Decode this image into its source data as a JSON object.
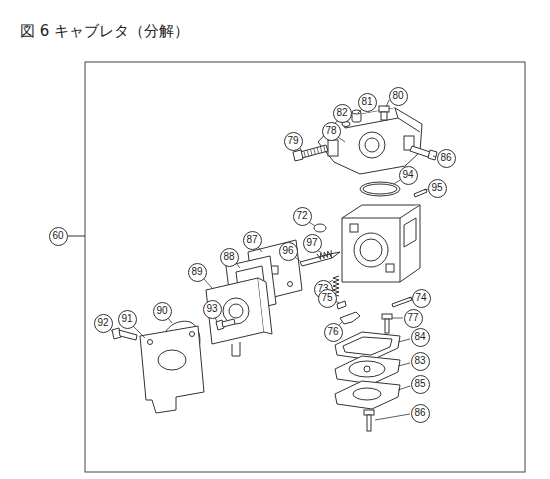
{
  "diagram": {
    "title": "図 6 キャブレタ（分解）",
    "nodes": [
      {
        "text": [
          "80"
        ]
      },
      {
        "text": [
          "81"
        ]
      },
      {
        "text": [
          "82"
        ]
      },
      {
        "text": [
          "78"
        ]
      },
      {
        "text": [
          "79"
        ]
      },
      {
        "text": [
          "86"
        ]
      },
      {
        "text": [
          "94"
        ]
      },
      {
        "text": [
          "95"
        ]
      },
      {
        "text": [
          "72"
        ]
      },
      {
        "text": [
          "60"
        ]
      },
      {
        "text": [
          "87"
        ]
      },
      {
        "text": [
          "97"
        ]
      },
      {
        "text": [
          "96"
        ]
      },
      {
        "text": [
          "88"
        ]
      },
      {
        "text": [
          "73"
        ]
      },
      {
        "text": [
          "89"
        ]
      },
      {
        "text": [
          "74"
        ]
      },
      {
        "text": [
          "75"
        ]
      },
      {
        "text": [
          "77"
        ]
      },
      {
        "text": [
          "93"
        ]
      },
      {
        "text": [
          "90"
        ]
      },
      {
        "text": [
          "76"
        ]
      },
      {
        "text": [
          "91"
        ]
      },
      {
        "text": [
          "92"
        ]
      },
      {
        "text": [
          "84"
        ]
      },
      {
        "text": [
          "83"
        ]
      },
      {
        "text": [
          "85"
        ]
      },
      {
        "text": [
          "86"
        ]
      }
    ]
  }
}
